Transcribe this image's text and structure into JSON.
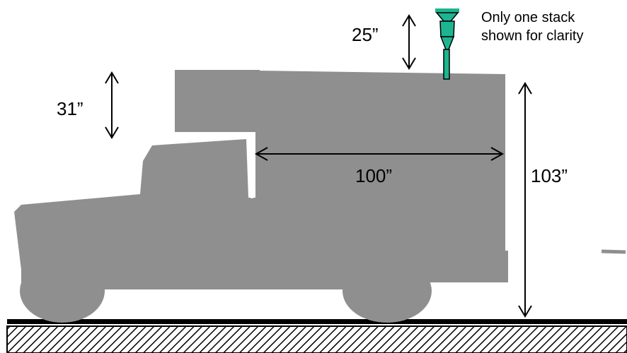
{
  "dimensions": {
    "cabin_height": "31”",
    "stack_height": "25”",
    "shelter_length": "100”",
    "overall_height": "103”"
  },
  "note": {
    "line1": "Only one stack",
    "line2": "shown for clarity"
  },
  "colors": {
    "vehicle": "#8f8f8f",
    "stack": "#1db591",
    "ground_line": "#000000",
    "hatch": "#000000",
    "background": "#ffffff"
  }
}
